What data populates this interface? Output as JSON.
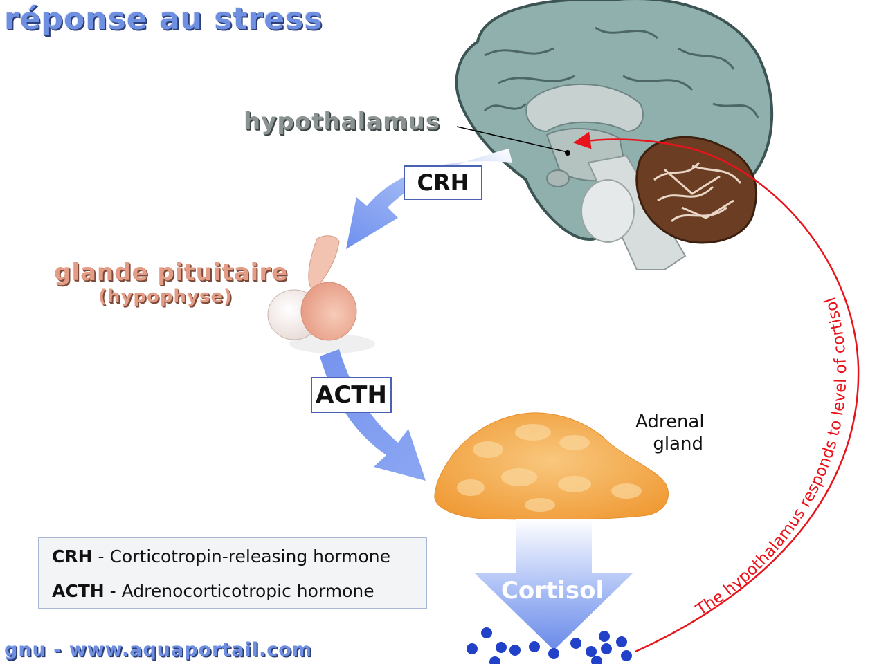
{
  "title": "réponse au stress",
  "labels": {
    "hypothalamus": "hypothalamus",
    "pituitary_line1": "glande pituitaire",
    "pituitary_line2": "(hypophyse)",
    "crh": "CRH",
    "acth": "ACTH",
    "adrenal_line1": "Adrenal",
    "adrenal_line2": "gland",
    "cortisol": "Cortisol",
    "feedback": "The hypothalamus responds to level of cortisol"
  },
  "legend": [
    {
      "abbr": "CRH",
      "text": " - Corticotropin-releasing hormone"
    },
    {
      "abbr": "ACTH",
      "text": " - Adrenocorticotropic hormone"
    }
  ],
  "credit": "gnu - www.aquaportail.com",
  "colors": {
    "title": "#6f8fe0",
    "arrow_blue": "#7b9cf0",
    "feedback_red": "#e8131b",
    "brain": "#8fb0ad",
    "cerebellum": "#6b3d22",
    "pituitary": "#f0b6a0",
    "adrenal": "#f4a94a",
    "cortisol_dot": "#2141c8"
  }
}
